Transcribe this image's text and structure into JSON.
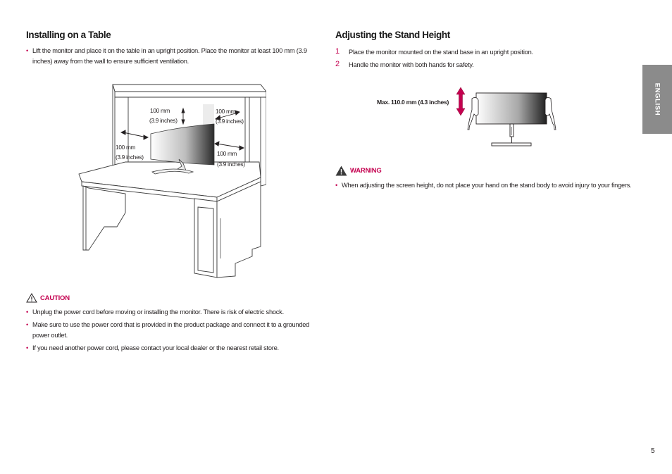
{
  "left": {
    "heading": "Installing on a Table",
    "bullets": [
      "Lift the monitor and place it on the table in an upright position. Place the monitor at least 100 mm (3.9 inches) away from the wall to ensure sufficient ventilation."
    ],
    "figure": {
      "top_left_label": [
        "100 mm",
        "(3.9 inches)"
      ],
      "top_right_label": [
        "100 mm",
        "(3.9 inches)"
      ],
      "left_label": [
        "100 mm",
        "(3.9 inches)"
      ],
      "right_label": [
        "100 mm",
        "(3.9 inches)"
      ]
    },
    "caution": {
      "label": "CAUTION",
      "bullets": [
        "Unplug the power cord before moving or installing the monitor. There is risk of electric shock.",
        "Make sure to use the power cord that is provided in the product package and connect it to a grounded power outlet.",
        "If you need another power cord, please contact your local dealer or the nearest retail store."
      ]
    }
  },
  "right": {
    "heading": "Adjusting the Stand Height",
    "steps": [
      {
        "num": "1",
        "text": "Place the monitor mounted on the stand base in an upright position."
      },
      {
        "num": "2",
        "text": "Handle the monitor with both hands for safety."
      }
    ],
    "figure": {
      "height_label": "Max. 110.0 mm (4.3 inches)"
    },
    "warning": {
      "label": "WARNING",
      "bullets": [
        "When adjusting the screen height, do not place your hand on the stand body to avoid injury to your fingers."
      ]
    }
  },
  "side_tab": "ENGLISH",
  "page_number": "5",
  "colors": {
    "accent": "#c4004f",
    "tab_gray": "#8b8b8b",
    "text": "#231f20"
  }
}
